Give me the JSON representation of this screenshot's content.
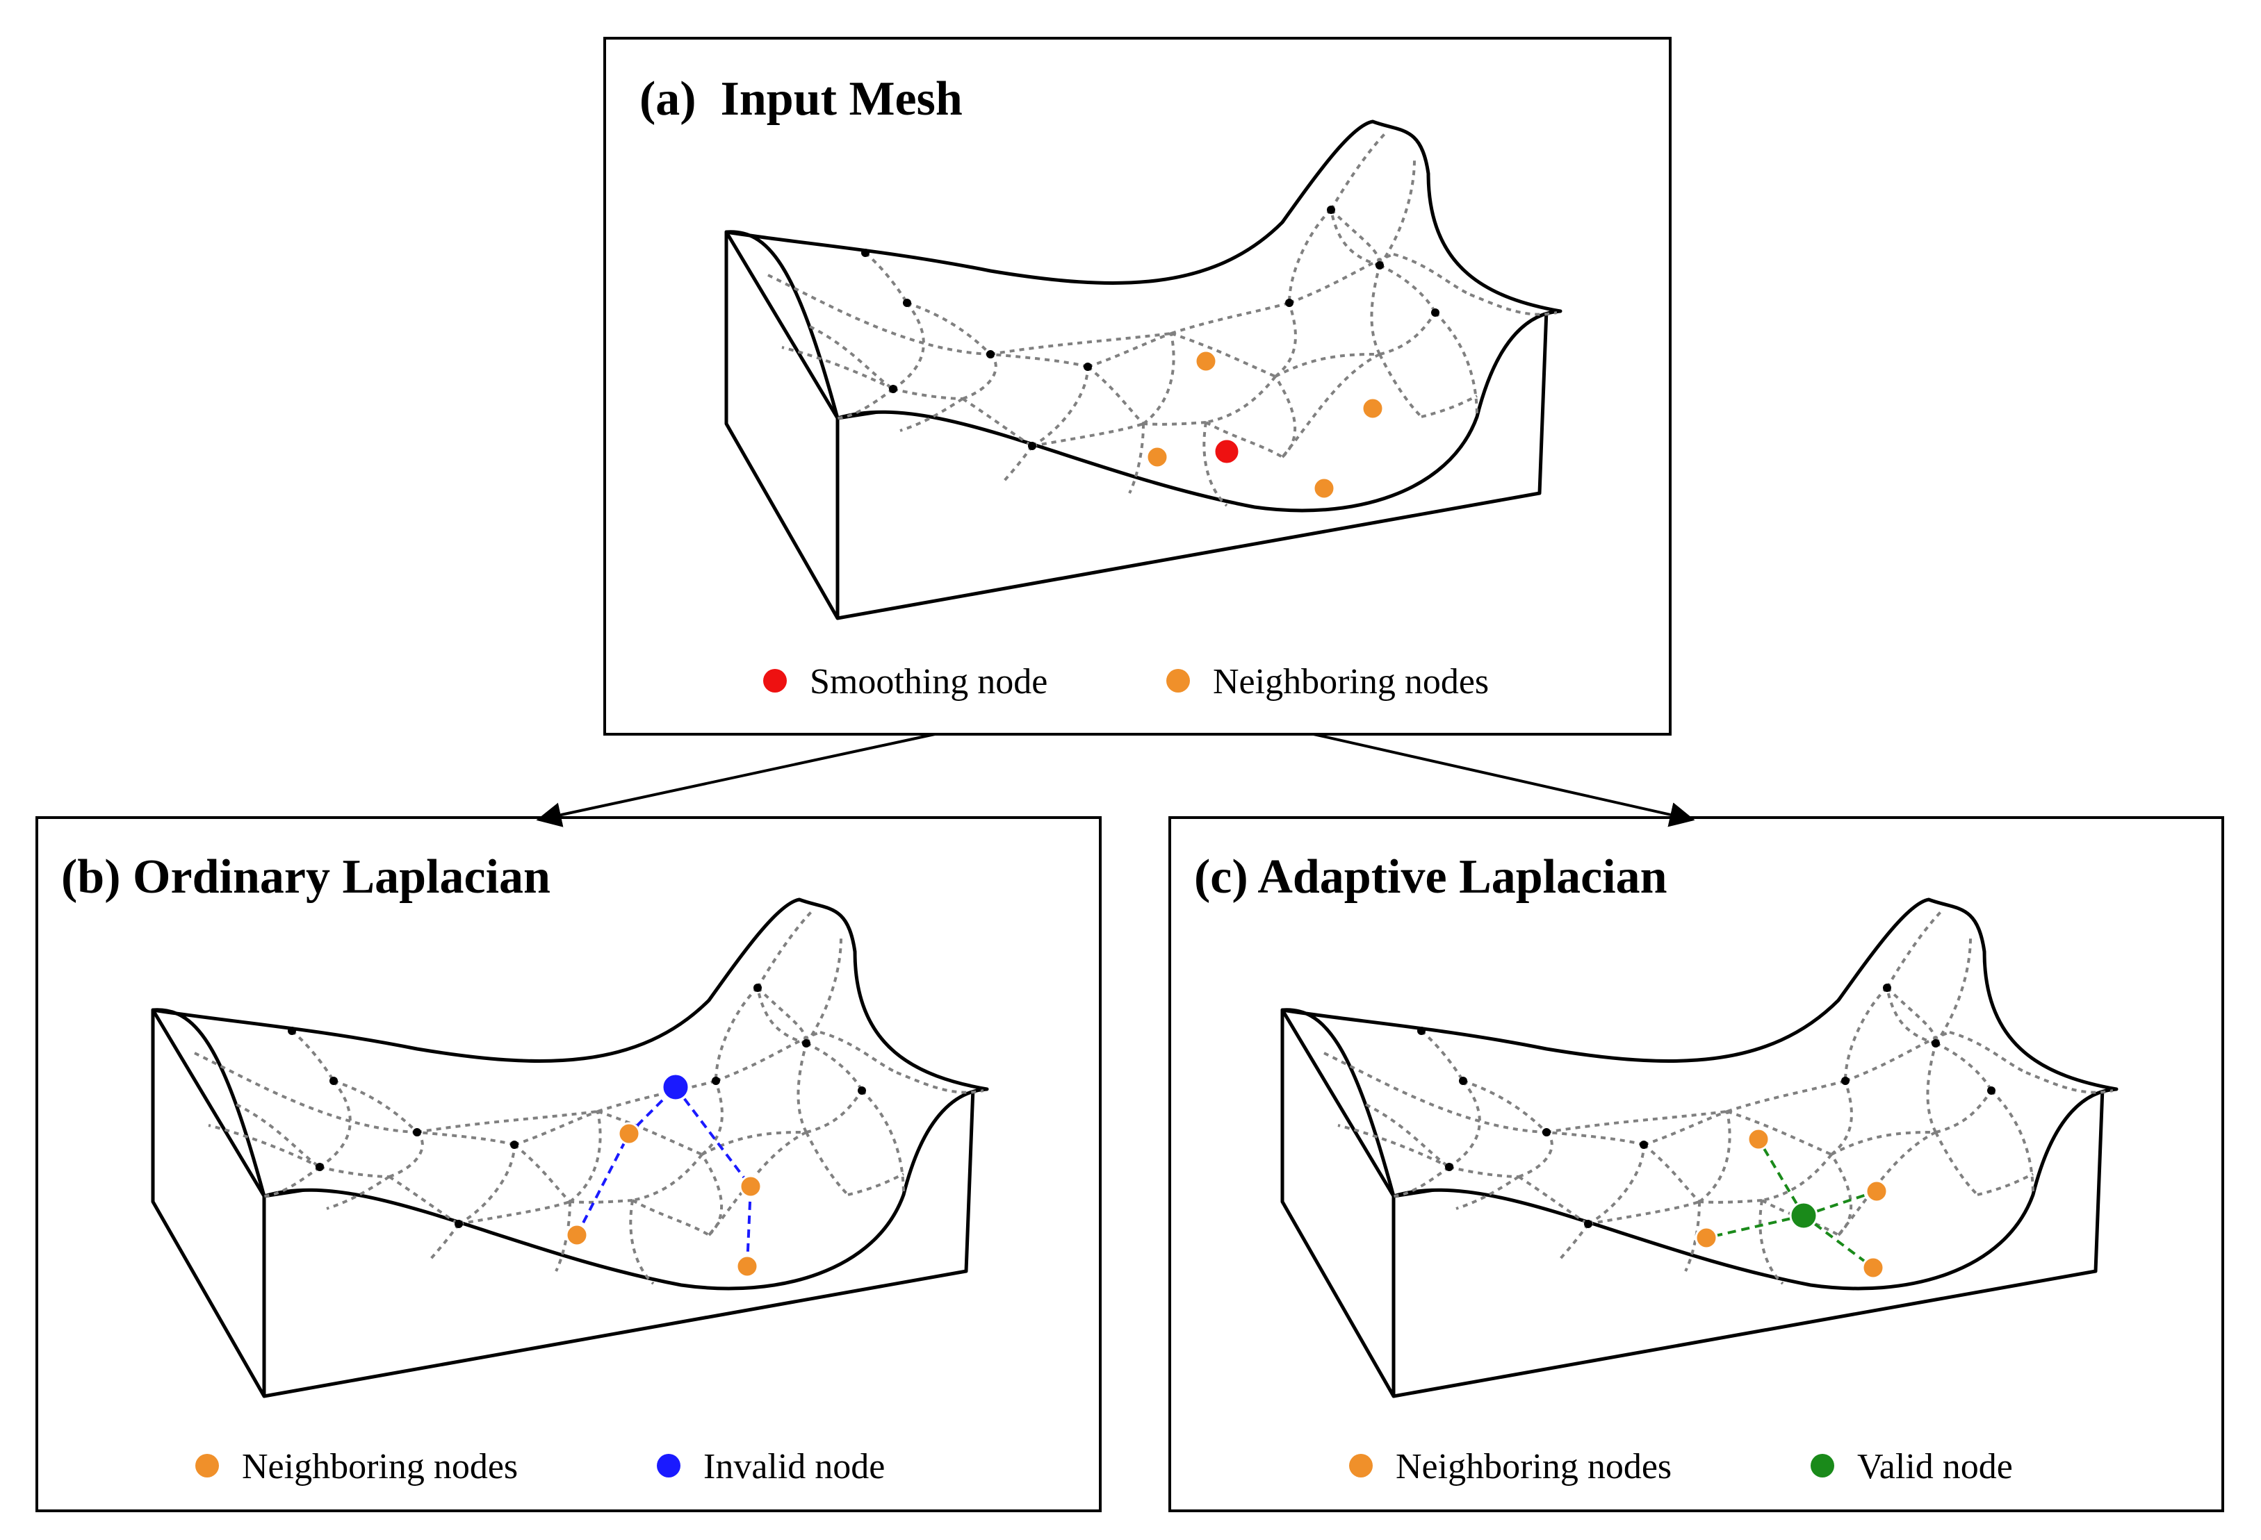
{
  "colors": {
    "smoothing": "#ee1111",
    "neighbor": "#f0902a",
    "invalid": "#1a1aff",
    "valid": "#1a8a1a",
    "grid": "#808080"
  },
  "panel_a": {
    "title": "(a)  Input Mesh",
    "legend": [
      "Smoothing node",
      "Neighboring nodes"
    ]
  },
  "panel_b": {
    "title": "(b) Ordinary Laplacian",
    "legend": [
      "Neighboring nodes",
      "Invalid node"
    ]
  },
  "panel_c": {
    "title": "(c) Adaptive Laplacian",
    "legend": [
      "Neighboring nodes",
      "Valid node"
    ]
  }
}
